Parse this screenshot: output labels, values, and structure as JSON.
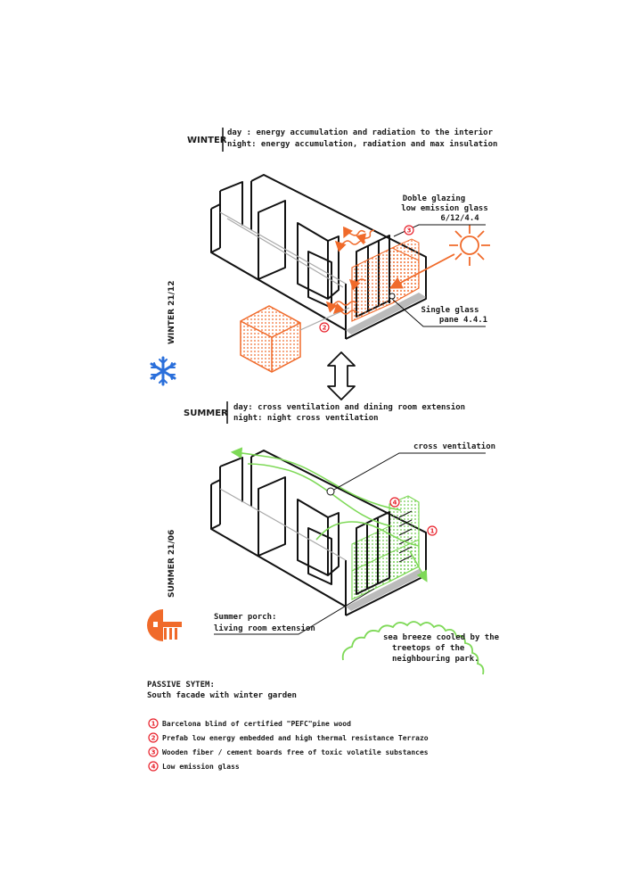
{
  "winter": {
    "title": "WINTER",
    "day": "day :   energy accumulation and radiation to the interior",
    "night": "night: energy accumulation, radiation and max insulation",
    "side_label": "WINTER 21/12"
  },
  "summer": {
    "title": "SUMMER",
    "day": "day:    cross ventilation and dining room extension",
    "night": "night: night cross ventilation",
    "side_label": "SUMMER 21/06"
  },
  "labels": {
    "double_glazing_1": "Doble glazing",
    "double_glazing_2": "low emission glass",
    "double_glazing_3": "6/12/4.4",
    "single_glass_1": "Single glass",
    "single_glass_2": "pane 4.4.1",
    "cross_ventilation": "cross ventilation",
    "porch_1": "Summer porch:",
    "porch_2": "living room extension",
    "breeze_1": "sea breeze cooled by the",
    "breeze_2": "treetops of the",
    "breeze_3": "neighbouring park."
  },
  "markers": {
    "m1": "1",
    "m2": "2",
    "m3": "3",
    "m4": "4"
  },
  "passive": {
    "title": "PASSIVE SYTEM:",
    "subtitle": "South facade with winter garden"
  },
  "legend": [
    {
      "num": "1",
      "text": "Barcelona blind of certified \"PEFC\"pine wood"
    },
    {
      "num": "2",
      "text": "Prefab low energy embedded and high thermal resistance Terrazo"
    },
    {
      "num": "3",
      "text": "Wooden fiber / cement boards free of toxic volatile substances"
    },
    {
      "num": "4",
      "text": "Low emission glass"
    }
  ],
  "icons": [
    "snowflake-icon",
    "sun-icon",
    "arrows-icon",
    "summer-logo-icon"
  ],
  "colors": {
    "orange": "#f06a2a",
    "green": "#7ed957",
    "red": "#e8202a",
    "blue": "#2a6fdb"
  }
}
